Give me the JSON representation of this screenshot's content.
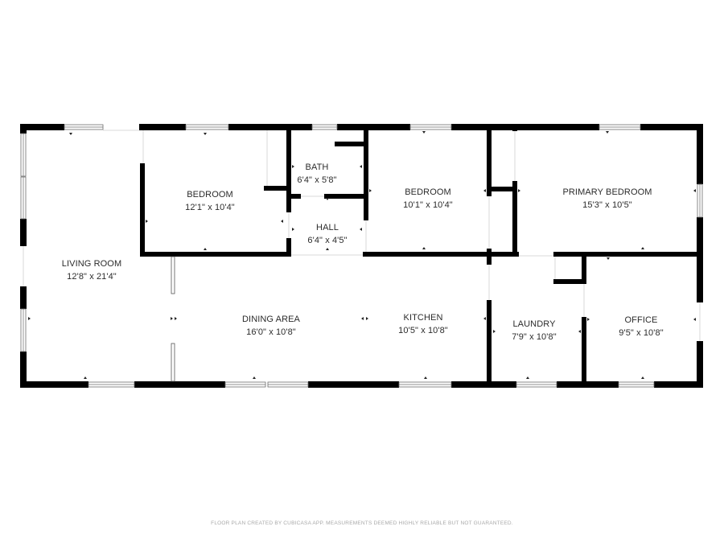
{
  "floor_plan": {
    "rooms": [
      {
        "id": "living-room",
        "name": "LIVING ROOM",
        "dimensions": "12'8\" x 21'4\""
      },
      {
        "id": "bedroom-1",
        "name": "BEDROOM",
        "dimensions": "12'1\" x 10'4\""
      },
      {
        "id": "bath",
        "name": "BATH",
        "dimensions": "6'4\" x 5'8\""
      },
      {
        "id": "hall",
        "name": "HALL",
        "dimensions": "6'4\" x 4'5\""
      },
      {
        "id": "bedroom-2",
        "name": "BEDROOM",
        "dimensions": "10'1\" x 10'4\""
      },
      {
        "id": "primary-bedroom",
        "name": "PRIMARY BEDROOM",
        "dimensions": "15'3\" x 10'5\""
      },
      {
        "id": "dining-area",
        "name": "DINING AREA",
        "dimensions": "16'0\" x 10'8\""
      },
      {
        "id": "kitchen",
        "name": "KITCHEN",
        "dimensions": "10'5\" x 10'8\""
      },
      {
        "id": "laundry",
        "name": "LAUNDRY",
        "dimensions": "7'9\" x 10'8\""
      },
      {
        "id": "office",
        "name": "OFFICE",
        "dimensions": "9'5\" x 10'8\""
      }
    ],
    "footer": "FLOOR PLAN CREATED BY CUBICASA APP. MEASUREMENTS DEEMED HIGHLY RELIABLE BUT NOT GUARANTEED.",
    "colors": {
      "wall": "#000000",
      "label": "#2b2b2b",
      "footer": "#a9a9a9",
      "window_frame": "#6b6b6b"
    }
  }
}
